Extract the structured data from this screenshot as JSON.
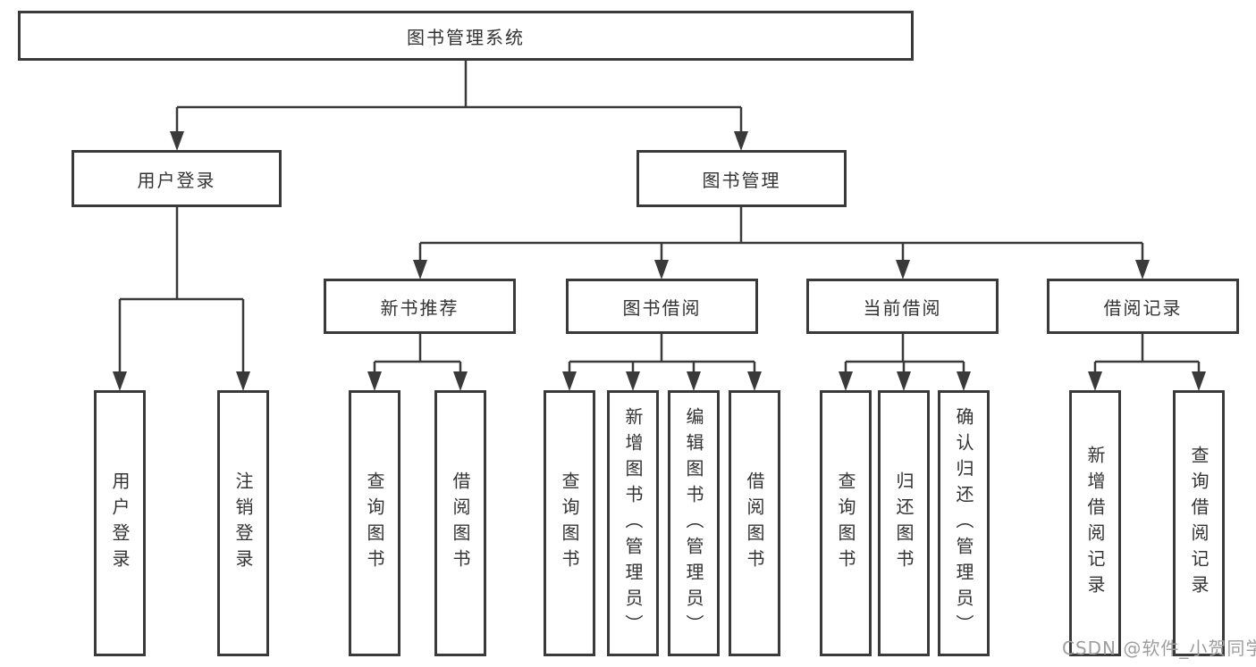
{
  "diagram": {
    "root": {
      "label": "图书管理系统"
    },
    "level2": [
      {
        "id": "user-login-module",
        "label": "用户登录"
      },
      {
        "id": "book-management-module",
        "label": "图书管理"
      }
    ],
    "level3": [
      {
        "id": "new-book-recommend",
        "label": "新书推荐",
        "parent": "图书管理"
      },
      {
        "id": "book-borrow",
        "label": "图书借阅",
        "parent": "图书管理"
      },
      {
        "id": "current-borrow",
        "label": "当前借阅",
        "parent": "图书管理"
      },
      {
        "id": "borrow-records",
        "label": "借阅记录",
        "parent": "图书管理"
      }
    ],
    "leaves": [
      {
        "id": "user-login",
        "label": "用户登录",
        "parent": "用户登录"
      },
      {
        "id": "logout",
        "label": "注销登录",
        "parent": "用户登录"
      },
      {
        "id": "query-books-recommend",
        "label": "查询图书",
        "parent": "新书推荐"
      },
      {
        "id": "borrow-books-recommend",
        "label": "借阅图书",
        "parent": "新书推荐"
      },
      {
        "id": "query-books-borrow",
        "label": "查询图书",
        "parent": "图书借阅"
      },
      {
        "id": "add-books-admin",
        "label": "新增图书（管理员）",
        "parent": "图书借阅"
      },
      {
        "id": "edit-books-admin",
        "label": "编辑图书（管理员）",
        "parent": "图书借阅"
      },
      {
        "id": "borrow-books",
        "label": "借阅图书",
        "parent": "图书借阅"
      },
      {
        "id": "query-books-current",
        "label": "查询图书",
        "parent": "当前借阅"
      },
      {
        "id": "return-books",
        "label": "归还图书",
        "parent": "当前借阅"
      },
      {
        "id": "confirm-return-admin",
        "label": "确认归还（管理员）",
        "parent": "当前借阅"
      },
      {
        "id": "add-borrow-record",
        "label": "新增借阅记录",
        "parent": "借阅记录"
      },
      {
        "id": "query-borrow-record",
        "label": "查询借阅记录",
        "parent": "借阅记录"
      }
    ],
    "watermark": "CSDN @软件_小贺同学",
    "colors": {
      "line": "#3a3a3a",
      "text": "#333333",
      "background": "#ffffff",
      "watermark": "#9e9e9e"
    }
  }
}
